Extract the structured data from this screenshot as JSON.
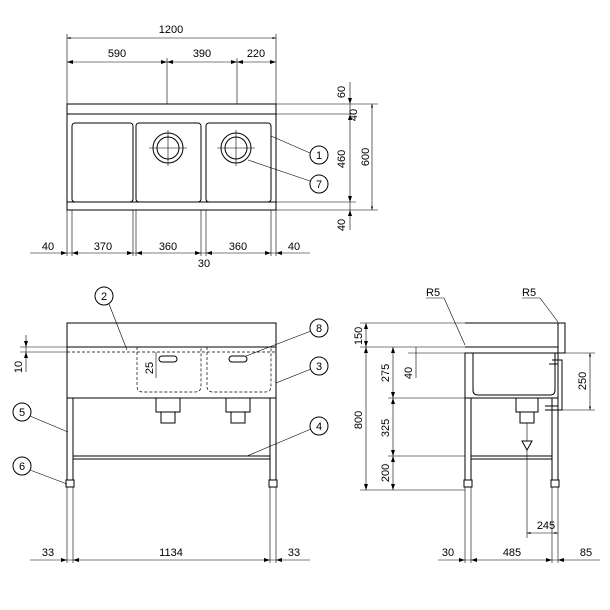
{
  "top_view": {
    "width": "1200",
    "seg_590": "590",
    "seg_390": "390",
    "seg_220": "220",
    "right_60": "60",
    "right_40a": "40",
    "right_460": "460",
    "right_40b": "40",
    "right_600": "600",
    "bottom_40a": "40",
    "bottom_370": "370",
    "bottom_360a": "360",
    "bottom_360b": "360",
    "bottom_40b": "40",
    "bottom_30": "30"
  },
  "front_view": {
    "dim_10": "10",
    "dim_25": "25",
    "bottom_33a": "33",
    "bottom_1134": "1134",
    "bottom_33b": "33"
  },
  "side_view": {
    "r5_left": "R5",
    "r5_right": "R5",
    "dim_150": "150",
    "dim_275": "275",
    "dim_40": "40",
    "dim_800": "800",
    "dim_325": "325",
    "dim_200": "200",
    "dim_250": "250",
    "dim_245": "245",
    "bottom_30": "30",
    "bottom_485": "485",
    "bottom_85": "85"
  },
  "callouts": {
    "c1": "1",
    "c2": "2",
    "c3": "3",
    "c4": "4",
    "c5": "5",
    "c6": "6",
    "c7": "7",
    "c8": "8"
  }
}
